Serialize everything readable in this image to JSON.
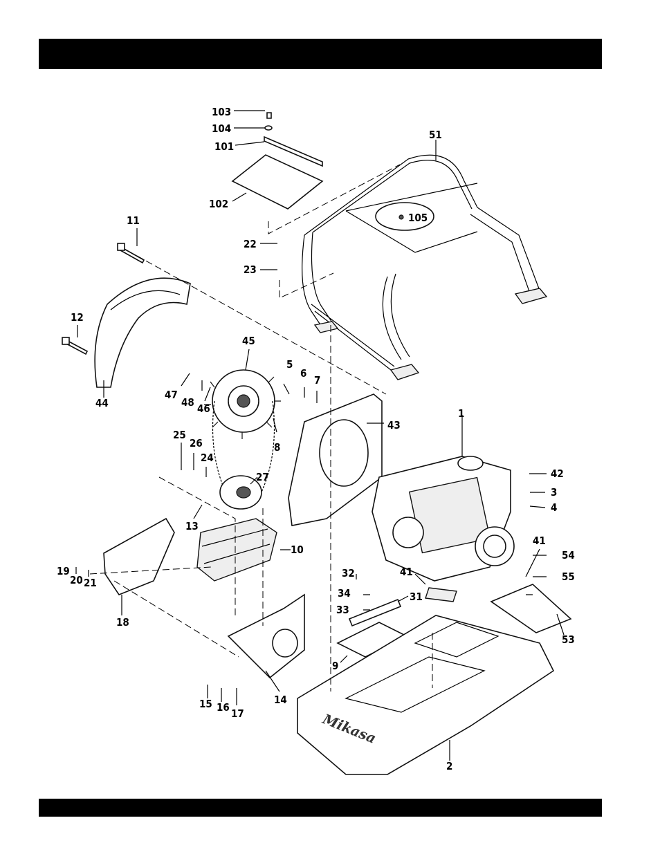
{
  "diagram": {
    "brand_text": "Mikasa",
    "labels": [
      "103",
      "104",
      "101",
      "102",
      "51",
      "105",
      "11",
      "22",
      "23",
      "12",
      "45",
      "5",
      "6",
      "7",
      "47",
      "48",
      "46",
      "8",
      "43",
      "1",
      "44",
      "25",
      "26",
      "24",
      "27",
      "42",
      "3",
      "4",
      "13",
      "10",
      "41",
      "54",
      "19",
      "20",
      "21",
      "32",
      "34",
      "33",
      "31",
      "41",
      "55",
      "18",
      "53",
      "9",
      "15",
      "16",
      "17",
      "14",
      "2"
    ]
  }
}
